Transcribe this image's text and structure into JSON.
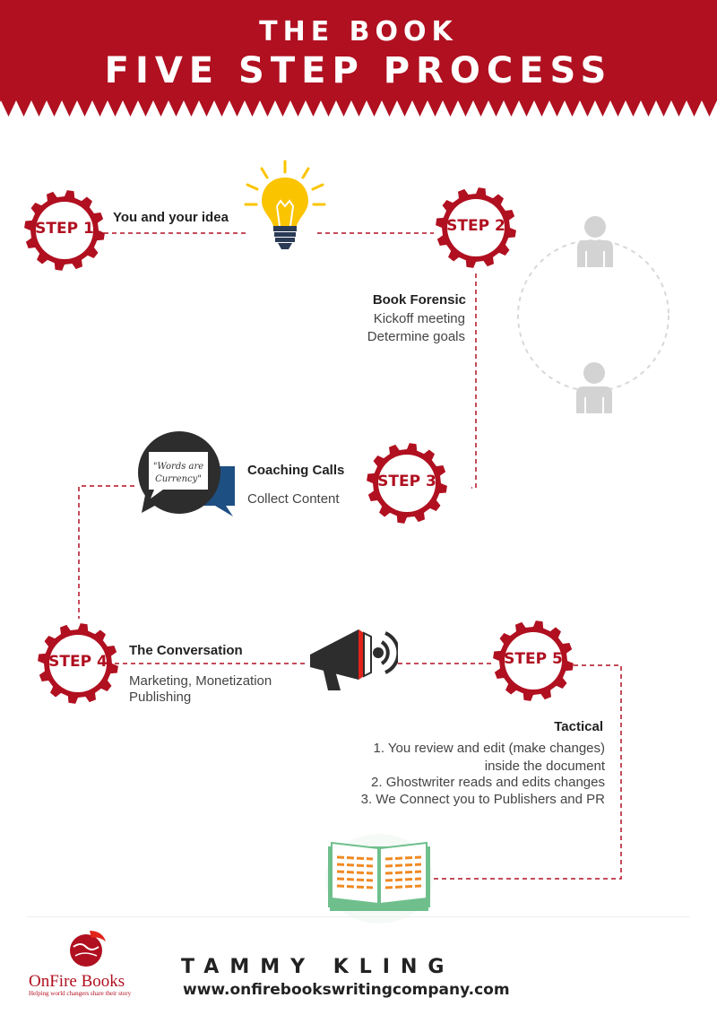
{
  "header": {
    "title_line1": "THE BOOK",
    "title_line2": "FIVE STEP PROCESS"
  },
  "colors": {
    "brand_red": "#b01020",
    "gray": "#d3d3d3",
    "bulb_yellow": "#fbc400",
    "bubble_dark": "#2d2d2d",
    "bubble_blue": "#1e4f82",
    "book_green": "#6fbf8d",
    "book_orange": "#f08a24"
  },
  "steps": [
    {
      "label": "STEP 1",
      "title": "You and your idea",
      "details": [],
      "icon": "lightbulb-icon"
    },
    {
      "label": "STEP 2",
      "title": "Book Forensic",
      "details": [
        "Kickoff meeting",
        "Determine goals"
      ],
      "icon": "two-people-cycle-icon"
    },
    {
      "label": "STEP 3",
      "title": "Coaching Calls",
      "details": [
        "Collect Content"
      ],
      "icon": "speech-bubbles-icon"
    },
    {
      "label": "STEP 4",
      "title": "The Conversation",
      "details": [
        "Marketing, Monetization",
        "Publishing"
      ],
      "icon": "megaphone-icon"
    },
    {
      "label": "STEP 5",
      "title": "Tactical",
      "details": [
        "1. You review and edit (make changes)",
        "inside the document",
        "2. Ghostwriter reads and edits changes",
        "3. We Connect you to Publishers and PR"
      ],
      "icon": "open-book-icon"
    }
  ],
  "bubble_quote": [
    "\"Words are",
    "Currency\""
  ],
  "footer": {
    "brand_name": "OnFire Books",
    "brand_tagline": "Helping world changers share their story",
    "author": "TAMMY KLING",
    "website": "www.onfirebookswritingcompany.com"
  }
}
